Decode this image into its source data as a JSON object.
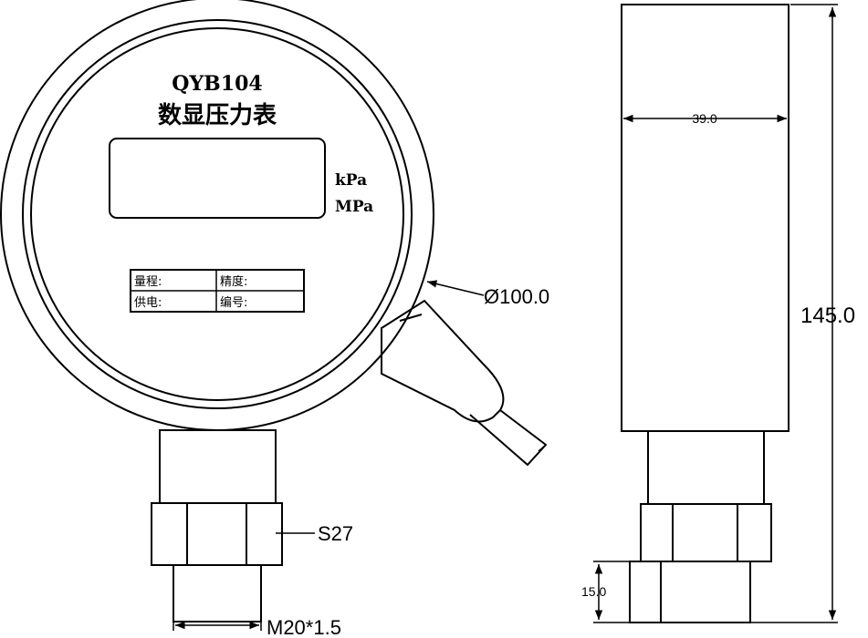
{
  "front_view": {
    "model": "QYB104",
    "title": "数显压力表",
    "units": [
      "kPa",
      "MPa"
    ],
    "nameplate": [
      [
        "量程:",
        "精度:"
      ],
      [
        "供电:",
        "编号:"
      ]
    ]
  },
  "dimensions": {
    "diameter": "Ø100.0",
    "hex": "S27",
    "thread": "M20*1.5",
    "width": "39.0",
    "height": "145.0",
    "fitting": "15.0"
  }
}
